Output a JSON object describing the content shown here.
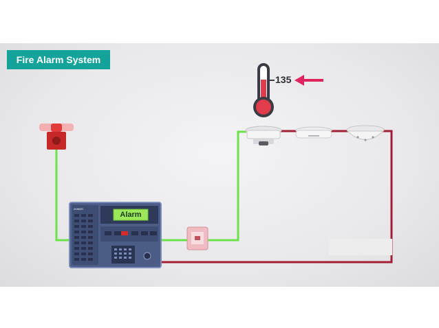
{
  "title": "Fire Alarm System",
  "panel": {
    "zones_label": "ZONES",
    "display_text": "Alarm"
  },
  "thermometer": {
    "reading": "135"
  },
  "colors": {
    "title_bg": "#13a39a",
    "active_wire": "#6be24a",
    "inactive_wire": "#a31e32",
    "panel_blue": "#4b5c87",
    "display_green": "#9be85a",
    "strobe_red": "#d32a2a",
    "arrow_pink": "#e0245e"
  },
  "icons": [
    "alarm-strobe-icon",
    "thermometer-icon",
    "smoke-detector-icon",
    "manual-pull-station-icon",
    "control-panel-icon"
  ]
}
